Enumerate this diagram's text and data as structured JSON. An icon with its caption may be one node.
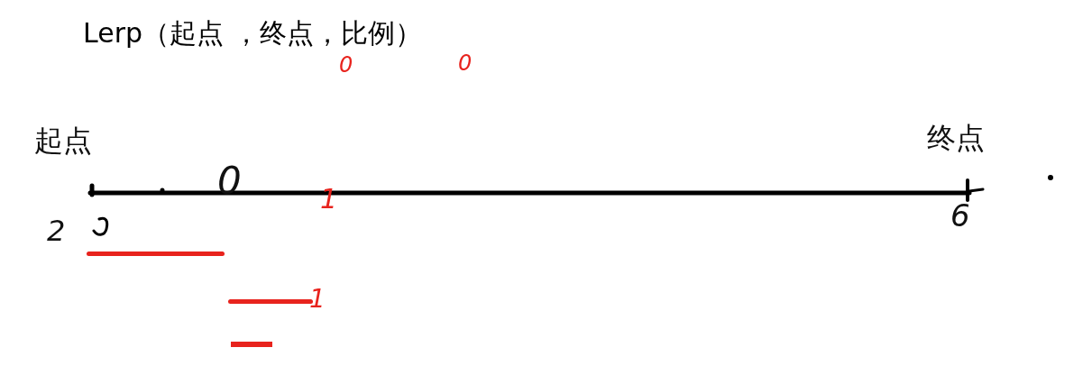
{
  "diagram": {
    "title": "Lerp（起点 ，终点，比例）",
    "labels": [
      "0",
      "0",
      "起点",
      "终点",
      "0",
      "1",
      "6",
      "2",
      "1"
    ]
  }
}
